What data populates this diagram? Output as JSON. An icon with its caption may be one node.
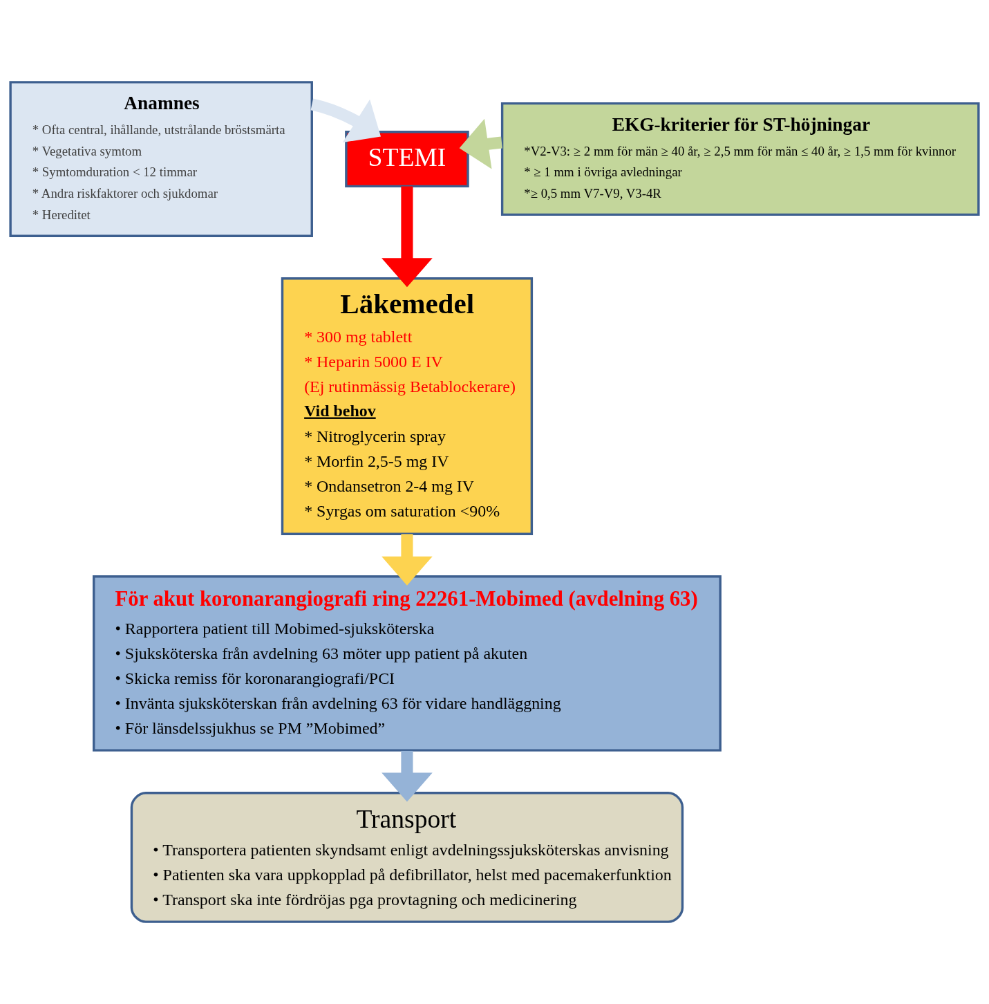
{
  "diagram": {
    "nodes": [
      {
        "text": [
          "Anamnes",
          "* Ofta central, ihållande, utstrålande bröstsmärta",
          "* Vegetativa symtom",
          "* Symtomduration < 12 timmar",
          "* Andra riskfaktorer och sjukdomar",
          "* Hereditet"
        ]
      },
      {
        "text": [
          "STEMI"
        ]
      },
      {
        "text": [
          "EKG-kriterier för ST-höjningar",
          "*V2-V3: ≥ 2 mm för män ≥ 40 år, ≥ 2,5 mm för män ≤ 40 år, ≥ 1,5 mm för kvinnor",
          "* ≥ 1 mm i övriga avledningar",
          "*≥ 0,5 mm V7-V9, V3-4R"
        ]
      },
      {
        "text": [
          "Läkemedel",
          "* 300 mg tablett",
          "* Heparin 5000 E IV",
          "(Ej rutinmässig Betablockerare)",
          "Vid behov",
          "* Nitroglycerin spray",
          "* Morfin 2,5-5 mg IV",
          "* Ondansetron 2-4 mg IV",
          "* Syrgas om saturation <90%"
        ]
      },
      {
        "text": [
          "För akut koronarangiografi ring 22261-Mobimed (avdelning 63)",
          "• Rapportera patient till Mobimed-sjuksköterska",
          "• Sjuksköterska från avdelning 63 möter upp patient på akuten",
          "• Skicka remiss för koronarangiografi/PCI",
          "• Invänta sjuksköterskan från avdelning 63 för vidare handläggning",
          "• För länsdelssjukhus se PM ”Mobimed”"
        ]
      },
      {
        "text": [
          "Transport",
          "• Transportera patienten skyndsamt enligt avdelningssjuksköterskas anvisning",
          "• Patienten ska vara uppkopplad på defibrillator, helst med pacemakerfunktion",
          "• Transport ska inte fördröjas pga provtagning och medicinering"
        ]
      }
    ],
    "edges": [
      {
        "from": 0,
        "to": 1,
        "arrow": "to",
        "color": "#dce6f2"
      },
      {
        "from": 2,
        "to": 1,
        "arrow": "to",
        "color": "#c3d69b"
      },
      {
        "from": 1,
        "to": 3,
        "arrow": "to",
        "color": "#ff0000"
      },
      {
        "from": 3,
        "to": 4,
        "arrow": "to",
        "color": "#fdd350"
      },
      {
        "from": 4,
        "to": 5,
        "arrow": "to",
        "color": "#95b3d7"
      }
    ]
  }
}
